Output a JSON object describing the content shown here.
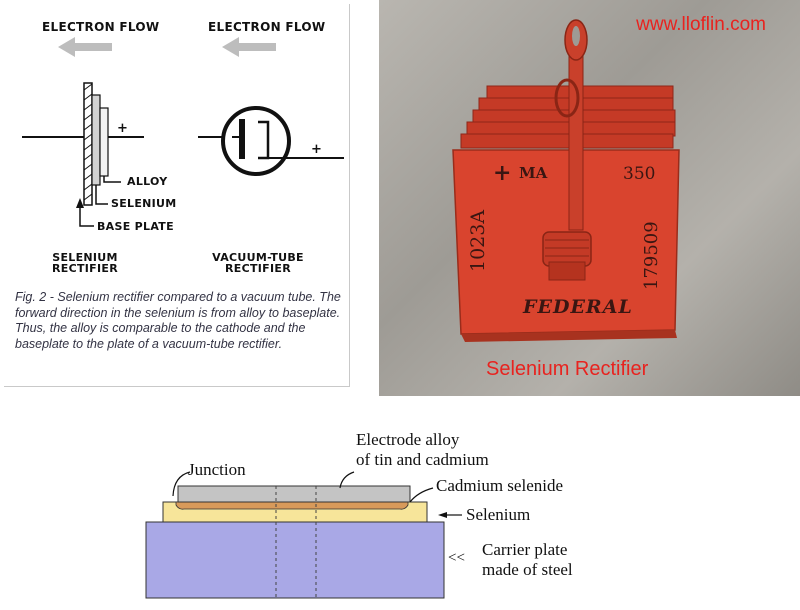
{
  "left_panel": {
    "electron_flow_left": "ELECTRON FLOW",
    "electron_flow_right": "ELECTRON FLOW",
    "plus_left": "+",
    "plus_right": "+",
    "alloy": "ALLOY",
    "selenium": "SELENIUM",
    "base_plate": "BASE PLATE",
    "selenium_rectifier_1": "SELENIUM",
    "selenium_rectifier_2": "RECTIFIER",
    "vacuum_rectifier_1": "VACUUM-TUBE",
    "vacuum_rectifier_2": "RECTIFIER",
    "caption": "Fig. 2 - Selenium rectifier compared to a vacuum tube. The forward direction in the selenium is from alloy to baseplate. Thus, the alloy is comparable to the cathode and the baseplate to the plate of a vacuum-tube rectifier."
  },
  "photo": {
    "url": "www.lloflin.com",
    "title": "Selenium Rectifier",
    "plate_plus": "+",
    "plate_ma": "MA",
    "plate_350": "350",
    "plate_1023a": "1023A",
    "plate_179509": "179509",
    "plate_brand": "FEDERAL",
    "colors": {
      "body": "#d9442e",
      "text_red": "#e8231f"
    }
  },
  "cross_section": {
    "electrode_alloy_1": "Electrode alloy",
    "electrode_alloy_2": "of tin and cadmium",
    "junction": "Junction",
    "cadmium_selenide": "Cadmium selenide",
    "selenium": "Selenium",
    "carrier_prefix": "<<",
    "carrier_1": "Carrier plate",
    "carrier_2": "made of steel",
    "colors": {
      "alloy": "#c4c4c4",
      "selenide": "#d89a5a",
      "selenium": "#f7e59a",
      "steel": "#a9a8e6"
    }
  }
}
